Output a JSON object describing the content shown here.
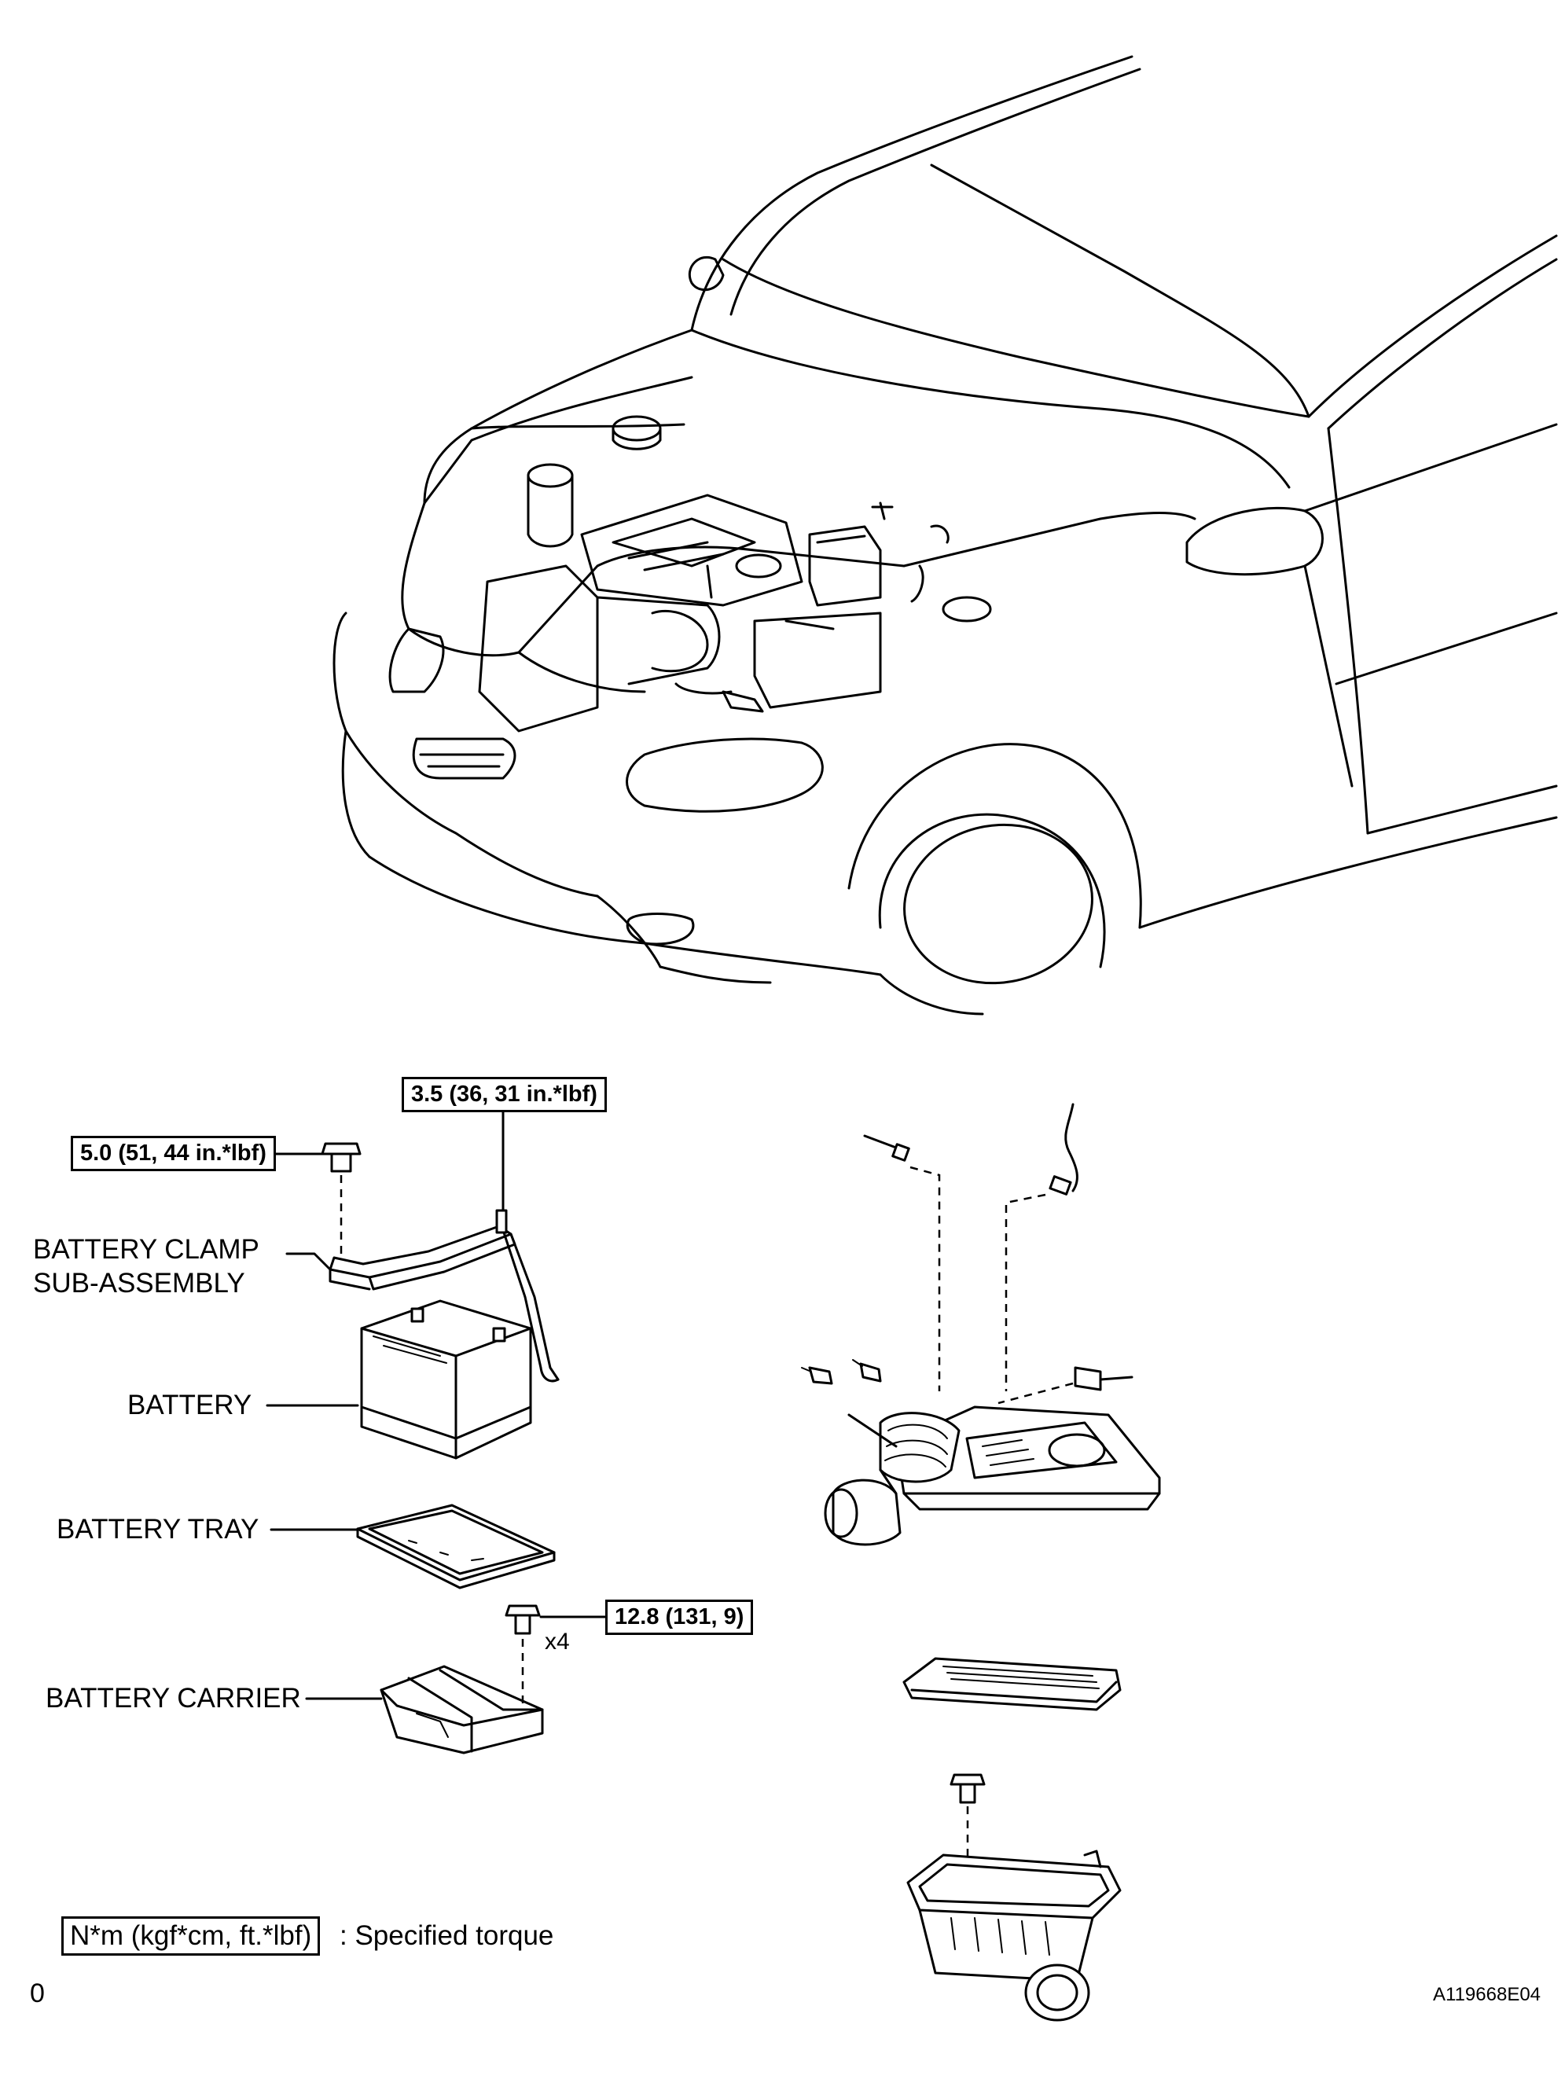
{
  "labels": {
    "battery_clamp_line1": "BATTERY CLAMP",
    "battery_clamp_line2": "SUB-ASSEMBLY",
    "battery": "BATTERY",
    "battery_tray": "BATTERY TRAY",
    "battery_carrier": "BATTERY CARRIER"
  },
  "torque_specs": {
    "clamp_rod": "3.5 (36, 31 in.*lbf)",
    "clamp_bolt": "5.0 (51, 44 in.*lbf)",
    "carrier_bolt": "12.8 (131, 9)"
  },
  "quantity": {
    "carrier_bolt_count": "x4"
  },
  "legend": {
    "unit_box": "N*m (kgf*cm, ft.*lbf)",
    "description": ": Specified torque"
  },
  "footer": {
    "page_mark": "0",
    "figure_id": "A119668E04"
  }
}
